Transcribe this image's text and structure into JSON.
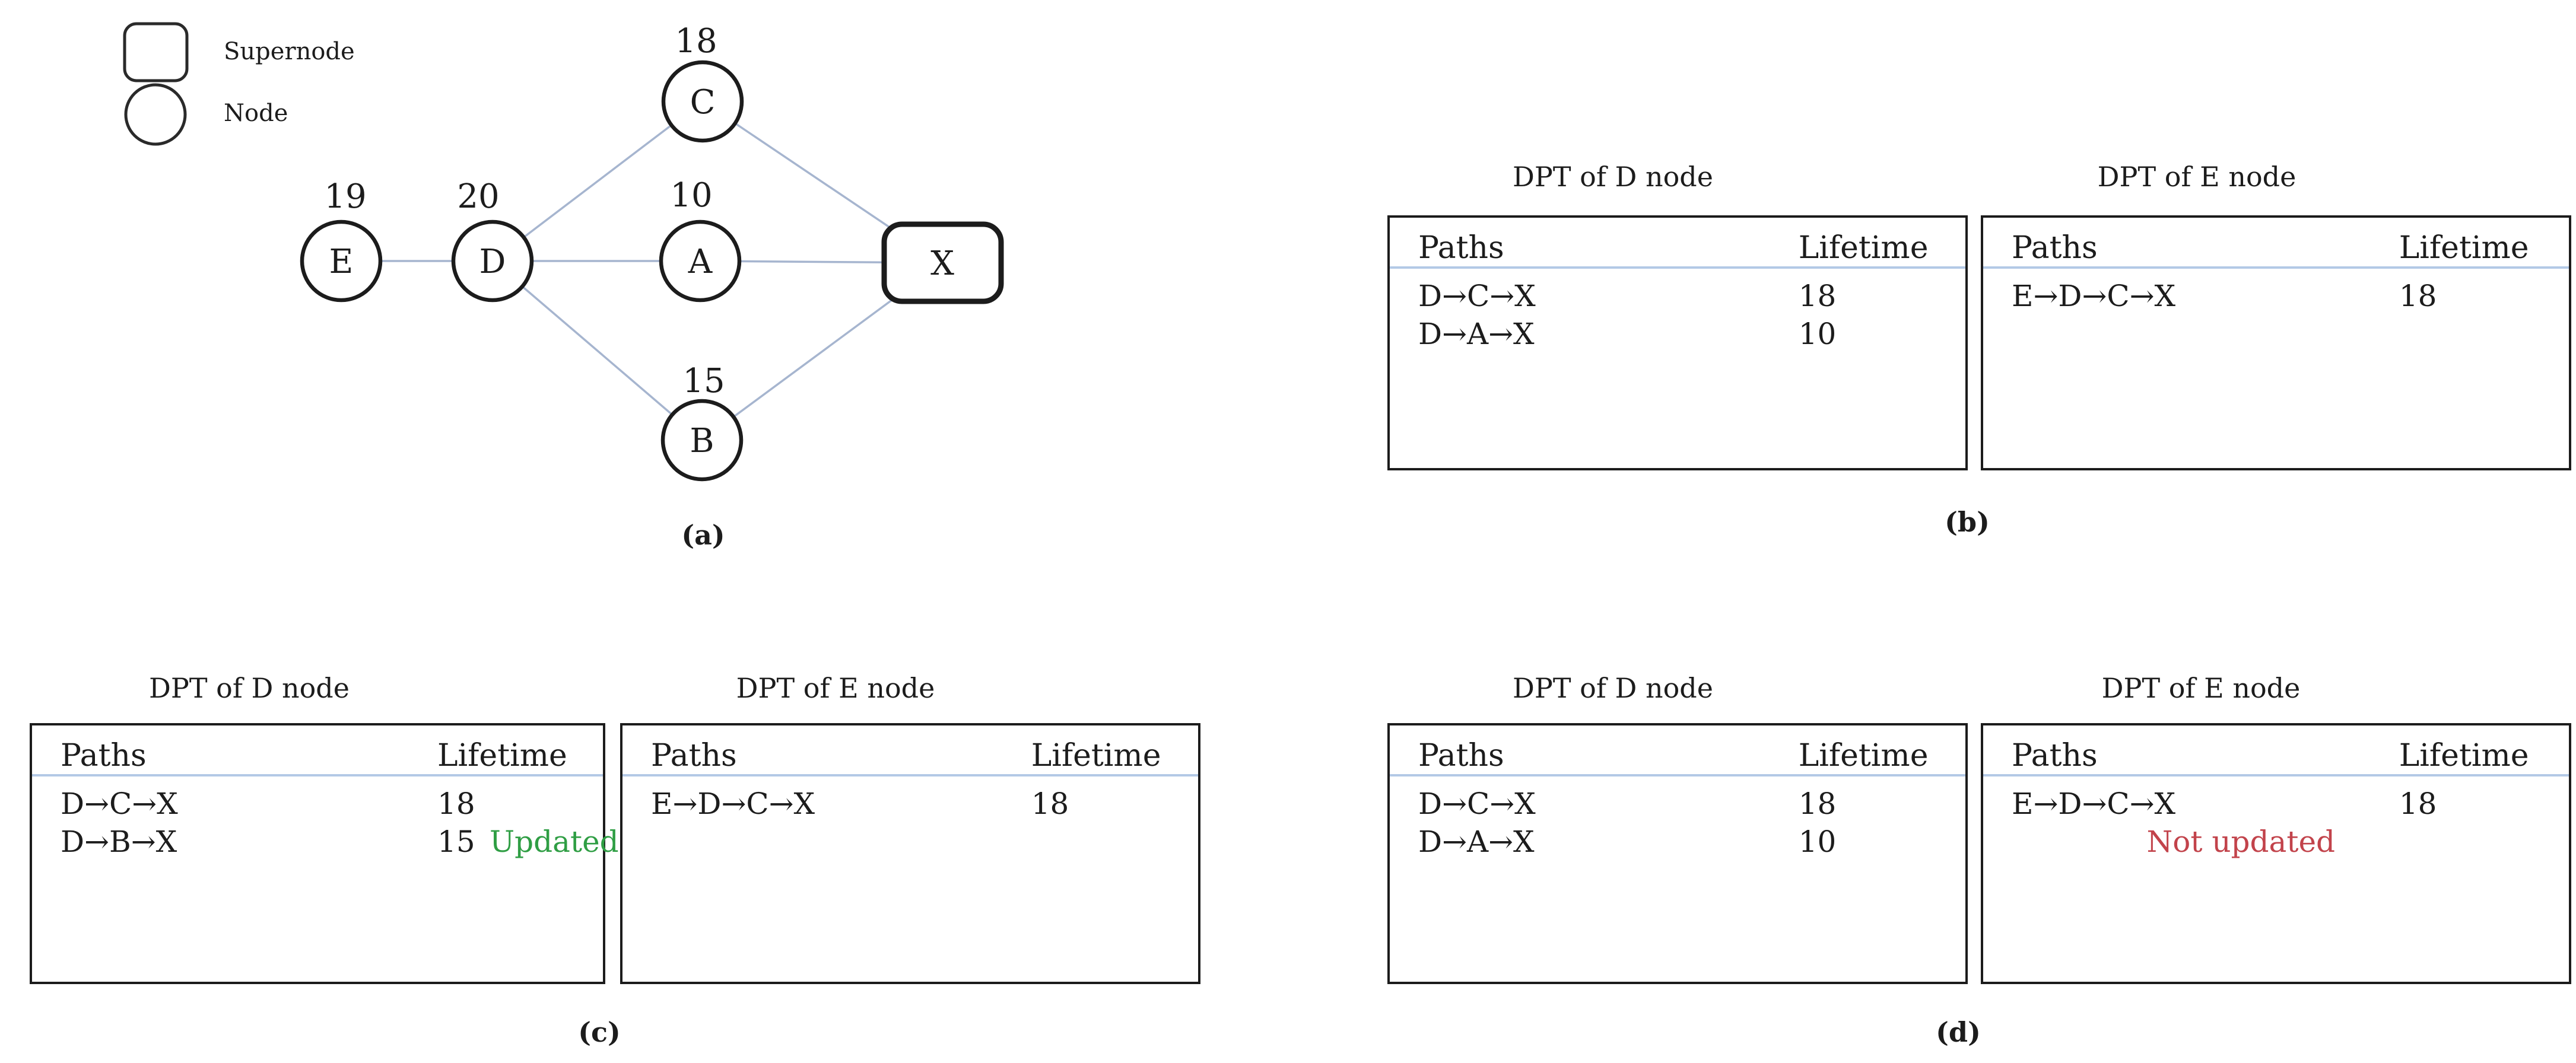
{
  "legend": {
    "supernode": "Supernode",
    "node": "Node"
  },
  "graph": {
    "nodes": [
      {
        "id": "E",
        "label": "E",
        "weight": "19",
        "type": "node"
      },
      {
        "id": "D",
        "label": "D",
        "weight": "20",
        "type": "node"
      },
      {
        "id": "A",
        "label": "A",
        "weight": "10",
        "type": "node"
      },
      {
        "id": "C",
        "label": "C",
        "weight": "18",
        "type": "node"
      },
      {
        "id": "B",
        "label": "B",
        "weight": "15",
        "type": "node"
      },
      {
        "id": "X",
        "label": "X",
        "weight": "",
        "type": "supernode"
      }
    ],
    "edges": [
      "E-D",
      "D-C",
      "D-A",
      "D-B",
      "C-X",
      "A-X",
      "B-X"
    ]
  },
  "captions": {
    "a": "(a)",
    "b": "(b)",
    "c": "(c)",
    "d": "(d)"
  },
  "tables": {
    "b_d": {
      "title": "DPT of D node",
      "headers": {
        "paths": "Paths",
        "lifetime": "Lifetime"
      },
      "rows": [
        {
          "path": "D→C→X",
          "lifetime": "18"
        },
        {
          "path": "D→A→X",
          "lifetime": "10"
        }
      ]
    },
    "b_e": {
      "title": "DPT of E node",
      "headers": {
        "paths": "Paths",
        "lifetime": "Lifetime"
      },
      "rows": [
        {
          "path": "E→D→C→X",
          "lifetime": "18"
        }
      ]
    },
    "c_d": {
      "title": "DPT of D node",
      "headers": {
        "paths": "Paths",
        "lifetime": "Lifetime"
      },
      "rows": [
        {
          "path": "D→C→X",
          "lifetime": "18"
        },
        {
          "path": "D→B→X",
          "lifetime": "15",
          "note": "Updated"
        }
      ]
    },
    "c_e": {
      "title": "DPT of E node",
      "headers": {
        "paths": "Paths",
        "lifetime": "Lifetime"
      },
      "rows": [
        {
          "path": "E→D→C→X",
          "lifetime": "18"
        }
      ]
    },
    "d_d": {
      "title": "DPT of D node",
      "headers": {
        "paths": "Paths",
        "lifetime": "Lifetime"
      },
      "rows": [
        {
          "path": "D→C→X",
          "lifetime": "18"
        },
        {
          "path": "D→A→X",
          "lifetime": "10"
        }
      ]
    },
    "d_e": {
      "title": "DPT of E node",
      "headers": {
        "paths": "Paths",
        "lifetime": "Lifetime"
      },
      "rows": [
        {
          "path": "E→D→C→X",
          "lifetime": "18"
        }
      ],
      "note": "Not updated"
    }
  },
  "colors": {
    "edge": "#a6b5cf",
    "node_stroke": "#1c1c1c",
    "header_rule": "#b3c9e6",
    "updated_green": "#2f9e44",
    "not_updated_red": "#c2434b"
  }
}
